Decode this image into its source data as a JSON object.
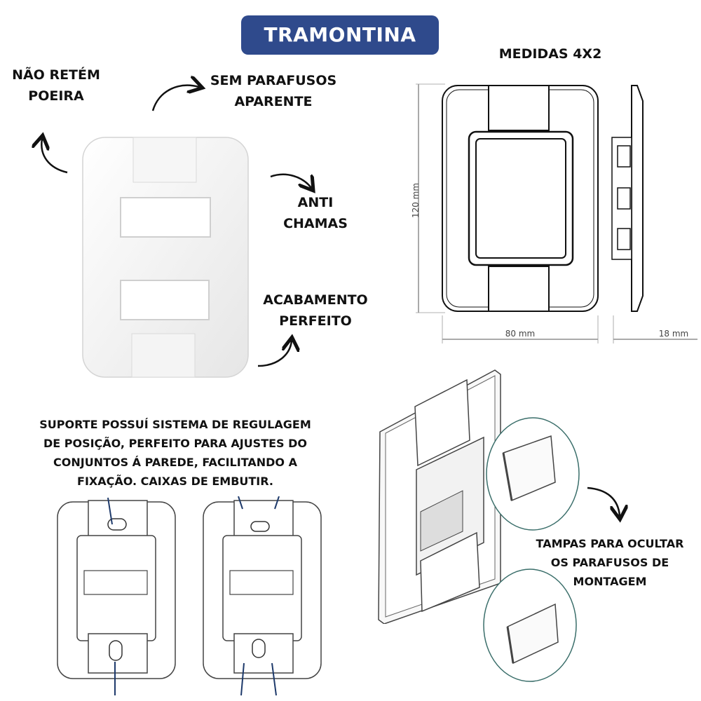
{
  "brand": {
    "name": "TRAMONTINA",
    "color": "#2f4a8c"
  },
  "features": {
    "dust": [
      "NÃO RETÉM",
      "POEIRA"
    ],
    "screws": [
      "SEM PARAFUSOS",
      "APARENTE"
    ],
    "flame": [
      "ANTI",
      "CHAMAS"
    ],
    "finish": [
      "ACABAMENTO",
      "PERFEITO"
    ]
  },
  "measures": {
    "title": "MEDIDAS 4X2",
    "height": "120 mm",
    "width": "80 mm",
    "depth": "18 mm"
  },
  "support_text": [
    "SUPORTE POSSUÍ SISTEMA DE REGULAGEM",
    "DE POSIÇÃO, PERFEITO PARA AJUSTES DO",
    "CONJUNTOS Á PAREDE, FACILITANDO A",
    "FIXAÇÃO. CAIXAS DE EMBUTIR."
  ],
  "covers_text": [
    "TAMPAS PARA OCULTAR",
    "OS PARAFUSOS DE",
    "MONTAGEM"
  ]
}
